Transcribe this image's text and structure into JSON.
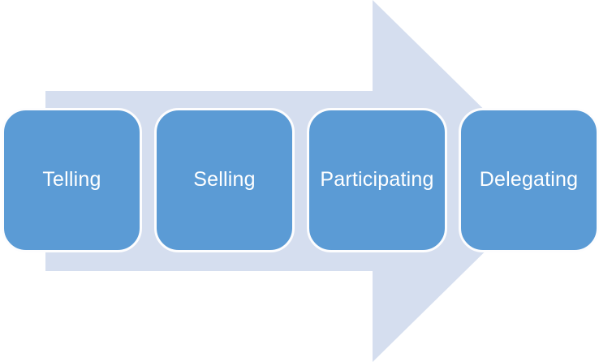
{
  "diagram": {
    "kind": "process-arrow",
    "direction": "right",
    "steps": [
      {
        "label": "Telling"
      },
      {
        "label": "Selling"
      },
      {
        "label": "Participating"
      },
      {
        "label": "Delegating"
      }
    ],
    "colors": {
      "arrow_fill": "#D5DEEF",
      "box_fill": "#5B9BD5",
      "box_border": "#FDFDFE",
      "text": "#FFFFFF",
      "background": "#FFFFFF"
    }
  }
}
